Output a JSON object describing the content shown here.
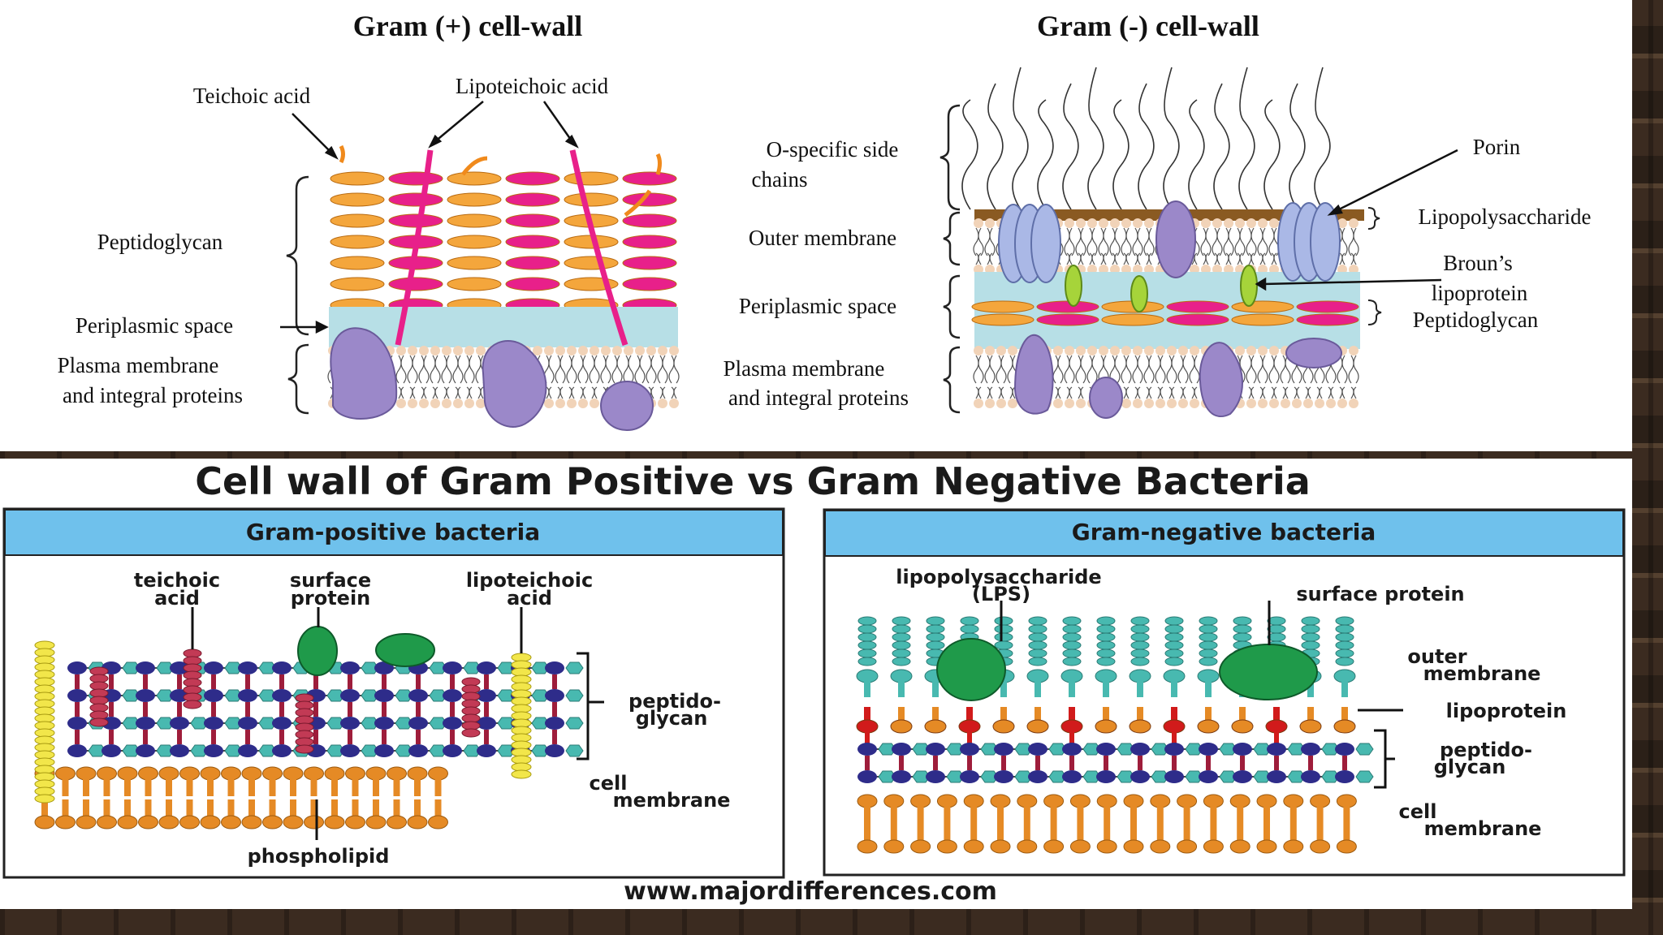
{
  "top": {
    "gram_pos_title": "Gram (+) cell-wall",
    "gram_neg_title": "Gram (-) cell-wall",
    "pos_labels": {
      "teichoic": "Teichoic acid",
      "lipoteichoic": "Lipoteichoic acid",
      "peptidoglycan": "Peptidoglycan",
      "periplasmic": "Periplasmic space",
      "plasma_line1": "Plasma membrane",
      "plasma_line2": "and integral proteins"
    },
    "neg_labels": {
      "ospecific_line1": "O-specific side",
      "ospecific_line2": "chains",
      "outer_membrane": "Outer membrane",
      "periplasmic": "Periplasmic  space",
      "plasma_line1": "Plasma membrane",
      "plasma_line2": "and integral proteins",
      "porin": "Porin",
      "lps": "Lipopolysaccharide",
      "broun_line1": "Broun’s",
      "broun_line2": "lipoprotein",
      "peptidoglycan": "Peptidoglycan"
    }
  },
  "bottom": {
    "title": "Cell wall of Gram Positive vs Gram Negative Bacteria",
    "pos_header": "Gram-positive bacteria",
    "neg_header": "Gram-negative bacteria",
    "pos_labels": {
      "teichoic_1": "teichoic",
      "teichoic_2": "acid",
      "surface_1": "surface",
      "surface_2": "protein",
      "lipoteichoic_1": "lipoteichoic",
      "lipoteichoic_2": "acid",
      "peptido_1": "peptido-",
      "peptido_2": "glycan",
      "cell_1": "cell",
      "cell_2": "membrane",
      "phospholipid": "phospholipid"
    },
    "neg_labels": {
      "lps_1": "lipopolysaccharide",
      "lps_2": "(LPS)",
      "surface": "surface protein",
      "outer_1": "outer",
      "outer_2": "membrane",
      "lipoprotein": "lipoprotein",
      "peptido_1": "peptido-",
      "peptido_2": "glycan",
      "cell_1": "cell",
      "cell_2": "membrane"
    },
    "source_url": "www.majordifferences.com"
  },
  "colors": {
    "orange_peptido": "#f4a63c",
    "magenta_peptido": "#e8208a",
    "periplasm_blue": "#b7dfe6",
    "protein_purple": "#9b88c9",
    "porin_blue": "#aab8e6",
    "lps_brown": "#8a5a22",
    "lipoprotein_green": "#a6d43a",
    "header_blue": "#6fc1ec",
    "navy": "#2e2c8a",
    "teal": "#48b9b0",
    "maroon": "#9e1d3b",
    "yellow": "#f2e64a",
    "phospholipid_orange": "#e58a25",
    "surface_green": "#1f9a4a",
    "lipoprotein_red": "#d11b1b"
  }
}
